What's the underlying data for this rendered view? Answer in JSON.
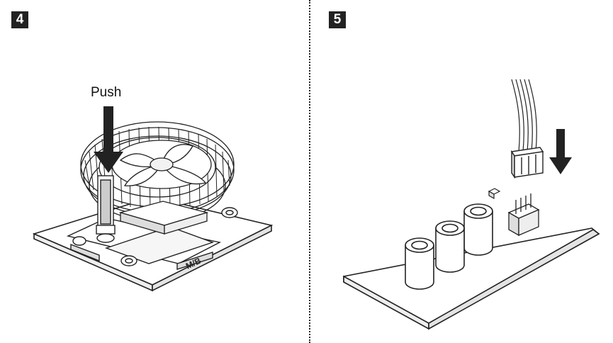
{
  "steps": {
    "left": {
      "number": "4",
      "push_label": "Push",
      "board_label": "M/B"
    },
    "right": {
      "number": "5"
    }
  },
  "colors": {
    "ink": "#222222",
    "paper": "#ffffff",
    "shade": "#dddddd"
  },
  "icons": {
    "left_arrow": "down-arrow-icon",
    "right_arrow": "down-arrow-icon"
  }
}
